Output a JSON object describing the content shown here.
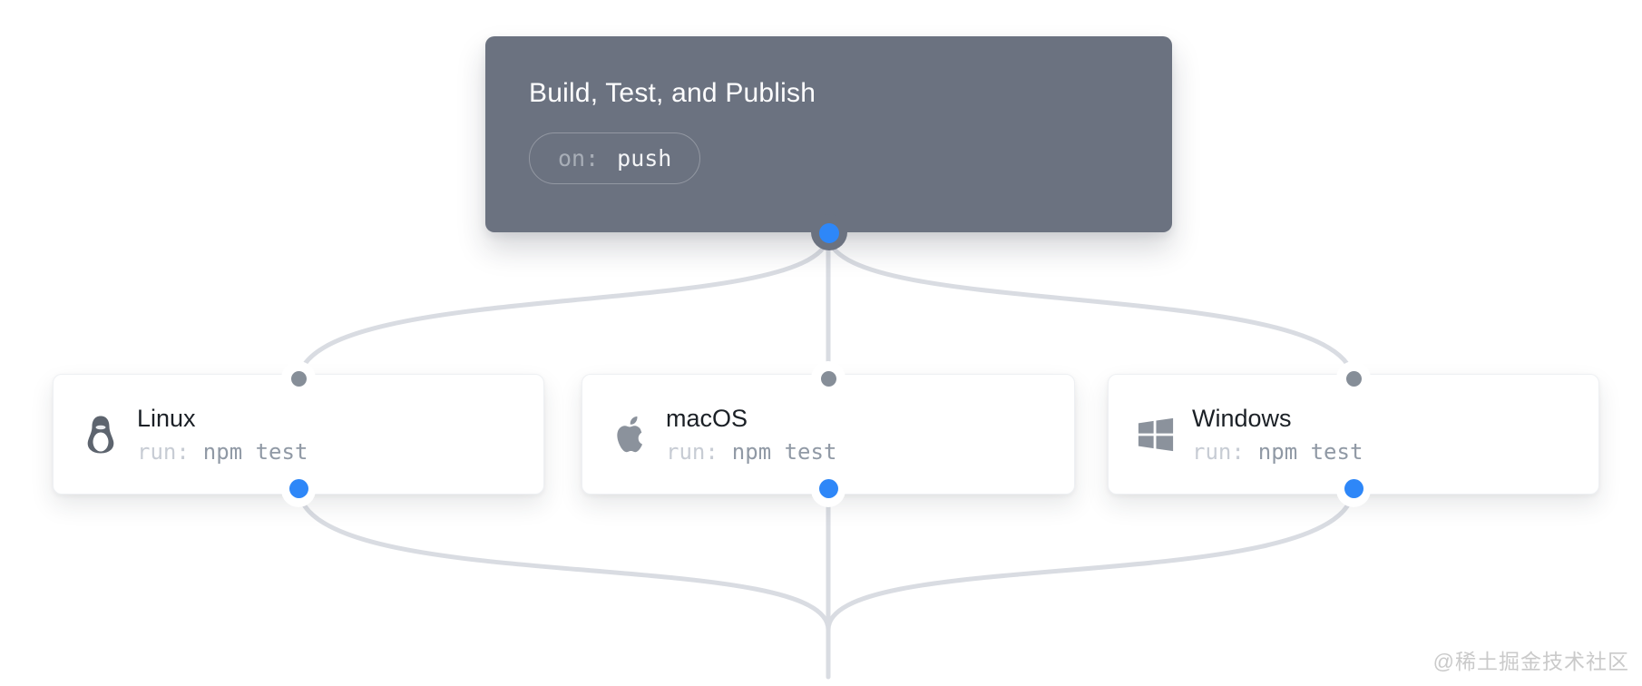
{
  "diagram": {
    "trigger": {
      "title": "Build, Test, and Publish",
      "badge": {
        "label": "on:",
        "value": "push"
      }
    },
    "jobs": [
      {
        "title": "Linux",
        "icon": "linux-tux-icon",
        "run_label": "run:",
        "run_value": "npm test"
      },
      {
        "title": "macOS",
        "icon": "apple-icon",
        "run_label": "run:",
        "run_value": "npm test"
      },
      {
        "title": "Windows",
        "icon": "windows-icon",
        "run_label": "run:",
        "run_value": "npm test"
      }
    ],
    "edges": [
      "trigger-to-linux",
      "trigger-to-macos",
      "trigger-to-windows",
      "linux-to-next",
      "macos-to-next",
      "windows-to-next"
    ]
  },
  "watermark": "@稀土掘金技术社区",
  "colors": {
    "trigger_bg": "#6b7280",
    "accent_blue": "#2e87f8",
    "node_gray": "#868e98",
    "line": "#d9dce2",
    "run_label": "#c7ccd4",
    "run_value": "#9099a5"
  }
}
